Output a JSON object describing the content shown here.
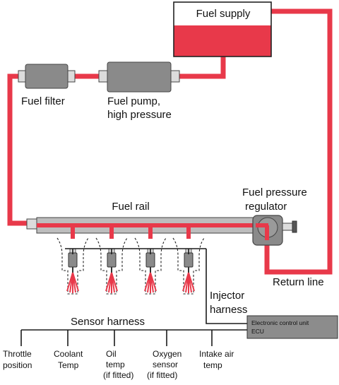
{
  "diagram": {
    "colors": {
      "fuel": "#e8394a",
      "wire": "#1a1a1a",
      "component": "#8a8a8a",
      "component_dark": "#555555",
      "ecu_fill": "#8c8c8c",
      "tank_outline": "#222222"
    },
    "labels": {
      "fuel_supply": "Fuel supply",
      "fuel_filter": "Fuel filter",
      "fuel_pump_line1": "Fuel pump,",
      "fuel_pump_line2": "high pressure",
      "fuel_rail": "Fuel rail",
      "fuel_pressure_regulator_line1": "Fuel pressure",
      "fuel_pressure_regulator_line2": "regulator",
      "return_line": "Return line",
      "injector_harness_line1": "Injector",
      "injector_harness_line2": "harness",
      "sensor_harness": "Sensor harness",
      "ecu_line1": "Electronic control unit",
      "ecu_line2": "ECU"
    },
    "sensors": [
      {
        "lines": [
          "Throttle",
          "position"
        ]
      },
      {
        "lines": [
          "Coolant",
          "Temp"
        ]
      },
      {
        "lines": [
          "Oil",
          "temp",
          "(if fitted)"
        ]
      },
      {
        "lines": [
          "Oxygen",
          "sensor",
          "(if fitted)"
        ]
      },
      {
        "lines": [
          "Intake air",
          "temp"
        ]
      }
    ],
    "injector_count": 4
  }
}
